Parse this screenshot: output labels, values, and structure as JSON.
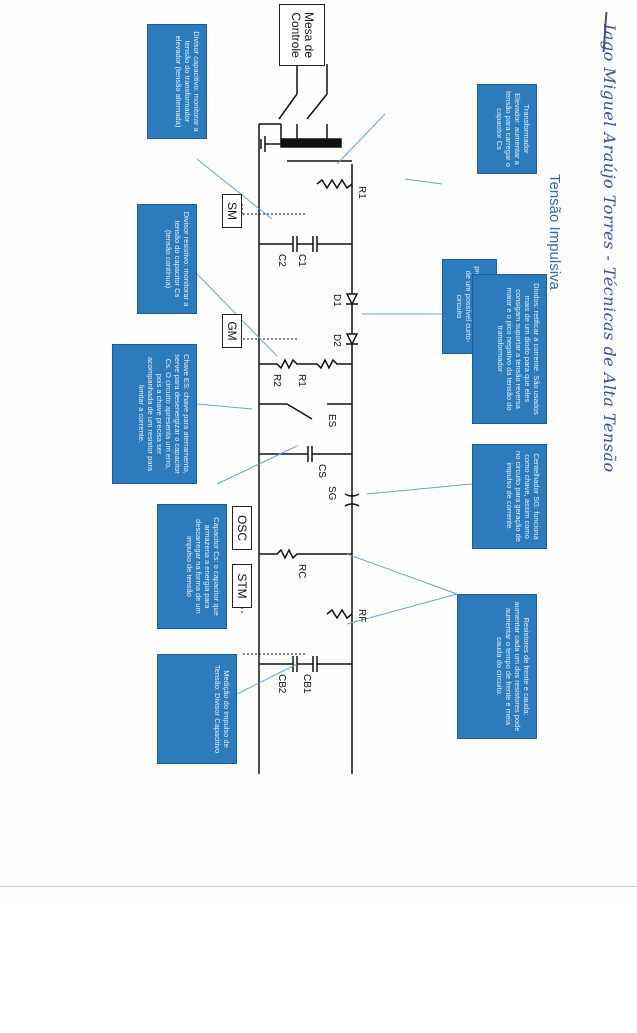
{
  "diagram": {
    "title": "Tensão Impulsiva",
    "handwriting": "Iago Miguel Araújo Torres - Técnicas de Alta Tensão",
    "blocks": {
      "mesa": "Mesa de Controle",
      "sm": "SM",
      "gm": "GM",
      "osc": "OSC",
      "stm": "STM"
    },
    "components": {
      "r1": "R1",
      "c2": "C2",
      "c1": "C1",
      "d1": "D1",
      "d2": "D2",
      "r2": "R2",
      "r1b": "R1",
      "es": "ES",
      "cs": "CS",
      "sg": "SG",
      "rc": "RC",
      "rf": "RF",
      "cb2": "CB2",
      "cb1": "CB1"
    },
    "notes": {
      "transformador": "Transformador Elevador: aumentar a tensão para carregar o capacitor Cs",
      "resistor_limitador": "Resistor limitador: protege o transformador de um possível curto-circuito",
      "divisor_capacitivo": "Divisor capacitivo: monitorar a tensão do transformador elevador (tensão alternada)",
      "diodos": "Diodos: retificar a corrente. São usados mais de um diodo para que eles consigam suportar a tensão reversa maior e o pico negativo da tensão do transformador",
      "divisor_resistivo": "Divisor resistivo: monitorar a tensão do capacitor Cs (tensão contínua)",
      "chave_es": "Chave ES: chave para aterramento, serve para desenergizar o capacitor Cs. O circuito apresenta um erro, pois a chave precisa ser acompanhada de um resistor para limitar a corrente.",
      "centelhador": "Centelhador SG: funciona como chave, assim como no circuito para geração de impulso de corrente.",
      "capacitor_cs": "Capacitor Cs: o capacitor que armazena a energia para descarregar na forma de um impulso de tensão",
      "resistores": "Resistores de frente e cauda: aumentar cada um dos resistores pode aumentar o tempo de frente e meia cauda do circuito.",
      "medicao": "Medição do Impulso de Tensão: Divisor Capacitivo"
    }
  }
}
